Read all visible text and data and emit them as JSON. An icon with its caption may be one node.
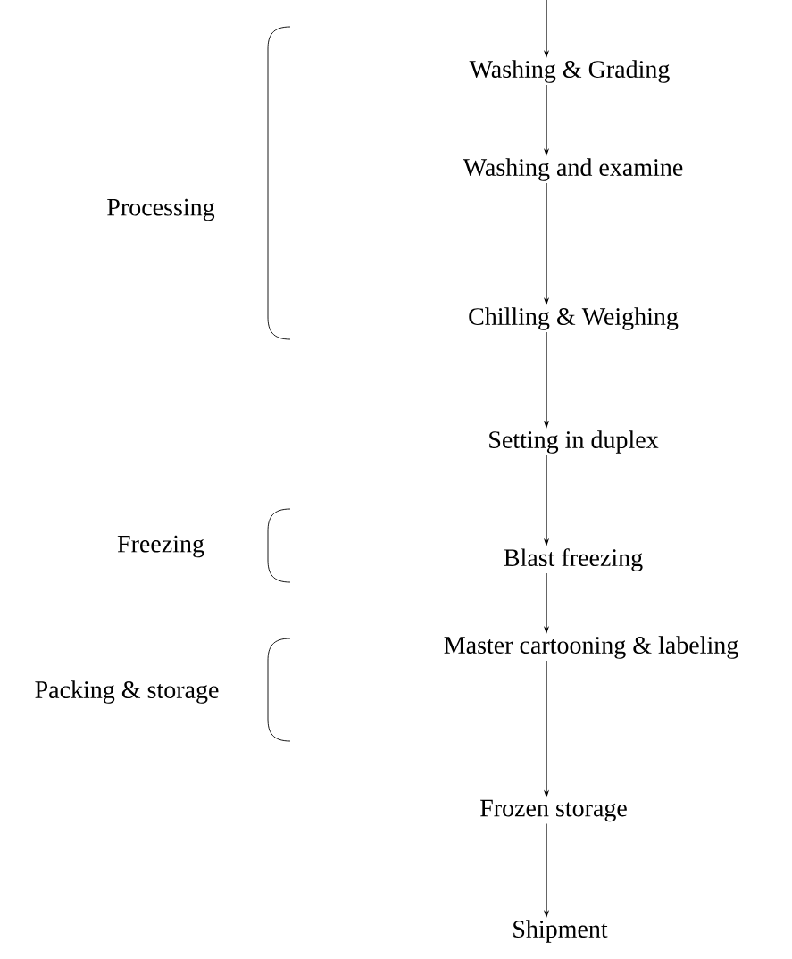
{
  "diagram": {
    "nodes": [
      {
        "text": [
          "Washing & Grading"
        ]
      },
      {
        "text": [
          "Washing and examine"
        ]
      },
      {
        "text": [
          "Chilling & Weighing"
        ]
      },
      {
        "text": [
          "Setting in duplex"
        ]
      },
      {
        "text": [
          "Blast freezing"
        ]
      },
      {
        "text": [
          "Master cartooning & labeling"
        ]
      },
      {
        "text": [
          "Frozen storage"
        ]
      },
      {
        "text": [
          "Shipment"
        ]
      }
    ],
    "edges": [
      {
        "from": null,
        "to": 0,
        "arrow": "to"
      },
      {
        "from": 0,
        "to": 1,
        "arrow": "to"
      },
      {
        "from": 1,
        "to": 2,
        "arrow": "to"
      },
      {
        "from": 2,
        "to": 3,
        "arrow": "to"
      },
      {
        "from": 3,
        "to": 4,
        "arrow": "to"
      },
      {
        "from": 4,
        "to": 5,
        "arrow": "to"
      },
      {
        "from": 5,
        "to": 6,
        "arrow": "to"
      },
      {
        "from": 6,
        "to": 7,
        "arrow": "to"
      }
    ],
    "labels": [
      "Processing",
      "Freezing",
      "Packing & storage"
    ]
  }
}
